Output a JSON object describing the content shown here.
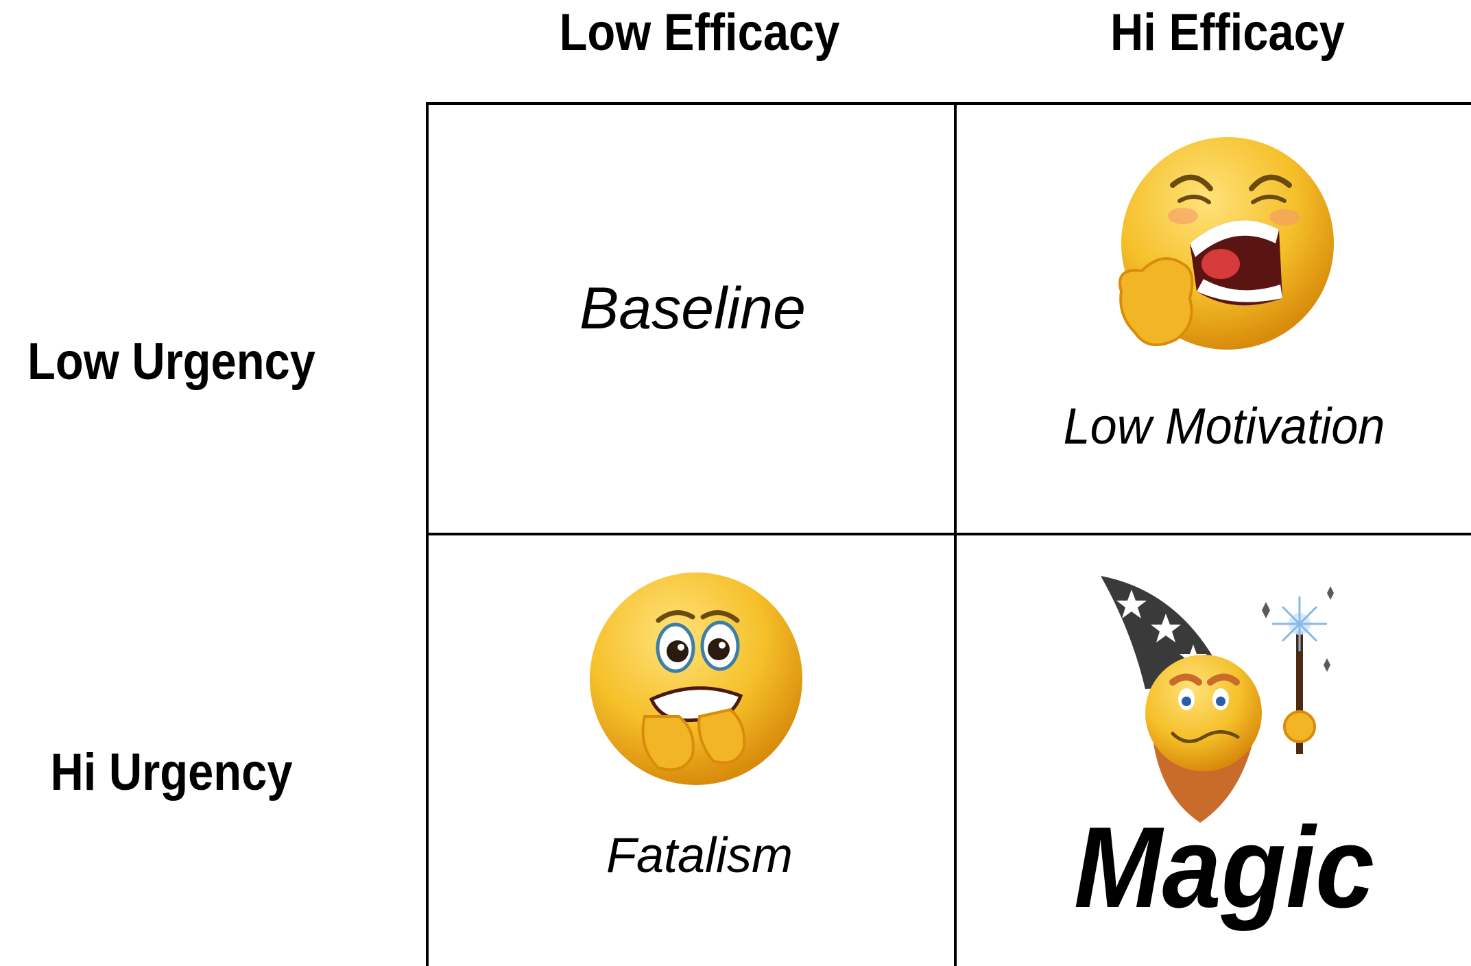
{
  "columns": {
    "low": "Low Efficacy",
    "hi": "Hi Efficacy"
  },
  "rows": {
    "low": "Low Urgency",
    "hi": "Hi Urgency"
  },
  "cells": {
    "low_urgency_low_efficacy": {
      "label": "Baseline",
      "icon": null
    },
    "low_urgency_hi_efficacy": {
      "label": "Low Motivation",
      "icon": "yawning-face-icon"
    },
    "hi_urgency_low_efficacy": {
      "label": "Fatalism",
      "icon": "fearful-face-icon"
    },
    "hi_urgency_hi_efficacy": {
      "label": "Magic",
      "icon": "wizard-face-icon"
    }
  },
  "colors": {
    "face_yellow": "#f5c02a",
    "face_orange": "#e39a12",
    "lines": "#000000"
  }
}
